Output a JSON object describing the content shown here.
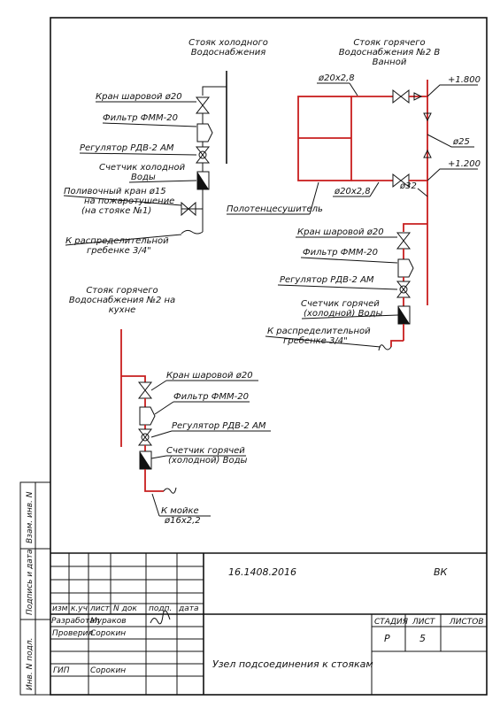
{
  "colors": {
    "hot_pipe": "#c81e1e",
    "line": "#111111",
    "background": "#ffffff"
  },
  "cold_riser": {
    "title_1": "Стояк холодного",
    "title_2": "Водоснабжения",
    "valve": "Кран шаровой ø20",
    "filter": "Фильтр ФММ-20",
    "regulator": "Регулятор РДВ-2 АМ",
    "meter_1": "Счетчик холодной",
    "meter_2": "Воды",
    "irrigation_1": "Поливочный кран ø15",
    "irrigation_2": "на пожаротушение",
    "irrigation_3": "(на стояке №1)",
    "manifold_1": "К распределительной",
    "manifold_2": "гребенке 3/4\""
  },
  "bathroom_riser": {
    "title_1": "Стояк горячего",
    "title_2": "Водоснабжения №2 В",
    "title_3": "Ванной",
    "pipe_top": "ø20x2,8",
    "pipe_bottom": "ø20x2,8",
    "pipe_25": "ø25",
    "pipe_32": "ø32",
    "level_top": "+1.800",
    "level_bottom": "+1.200",
    "towel_dryer": "Полотенцесушитель",
    "valve": "Кран шаровой ø20",
    "filter": "Фильтр ФММ-20",
    "regulator": "Регулятор РДВ-2 АМ",
    "meter_1": "Счетчик горячей",
    "meter_2": "(холодной) Воды",
    "manifold_1": "К распределительной",
    "manifold_2": "гребенке 3/4\""
  },
  "kitchen_riser": {
    "title_1": "Стояк горячего",
    "title_2": "Водоснабжения №2 на",
    "title_3": "кухне",
    "valve": "Кран шаровой ø20",
    "filter": "Фильтр ФММ-20",
    "regulator": "Регулятор РДВ-2 АМ",
    "meter_1": "Счетчик горячей",
    "meter_2": "(холодной) Воды",
    "sink_1": "К мойке",
    "sink_2": "ø16x2,2"
  },
  "side_stamp": {
    "label_1": "Инв. N подл.",
    "label_2": "Подпись и дата",
    "label_3": "Взам. инв. N"
  },
  "title_block": {
    "doc_code": "16.1408.2016",
    "section": "ВК",
    "col_izm": "изм",
    "col_kuch": "к.уч",
    "col_list": "лист",
    "col_ndok": "N док",
    "col_podp": "подп.",
    "col_data": "дата",
    "role_dev": "Разработал",
    "name_dev": "Мураков",
    "role_check": "Проверил",
    "name_check": "Сорокин",
    "role_gip": "ГИП",
    "name_gip": "Сорокин",
    "sheet_title": "Узел подсоединения к стоякам",
    "hdr_stage": "СТАДИЯ",
    "hdr_sheet": "ЛИСТ",
    "hdr_sheets": "ЛИСТОВ",
    "stage": "Р",
    "sheet_no": "5",
    "sheets_total": ""
  }
}
